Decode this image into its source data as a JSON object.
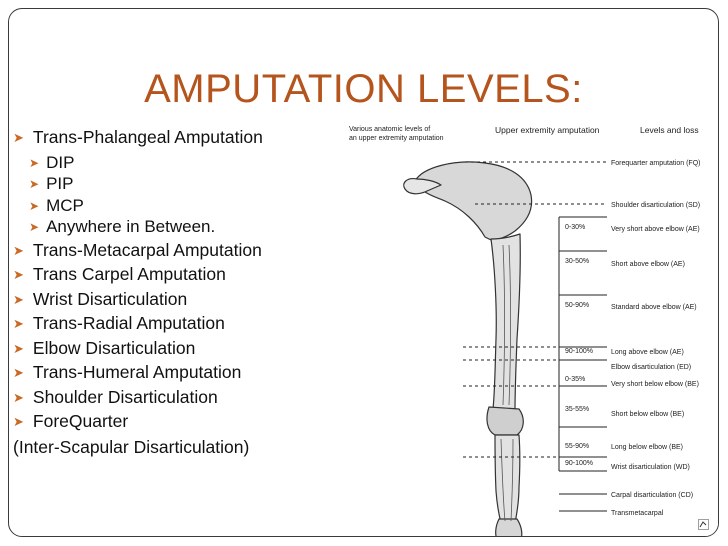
{
  "slide": {
    "title": "AMPUTATION LEVELS:",
    "bullets": [
      {
        "text": "Trans-Phalangeal Amputation",
        "level": 0
      },
      {
        "text": "DIP",
        "level": 1
      },
      {
        "text": "PIP",
        "level": 1
      },
      {
        "text": "MCP",
        "level": 1
      },
      {
        "text": "Anywhere in Between.",
        "level": 1
      },
      {
        "text": "Trans-Metacarpal Amputation",
        "level": 0
      },
      {
        "text": "Trans Carpel Amputation",
        "level": 0
      },
      {
        "text": "Wrist Disarticulation",
        "level": 0
      },
      {
        "text": "Trans-Radial Amputation",
        "level": 0
      },
      {
        "text": "Elbow Disarticulation",
        "level": 0
      },
      {
        "text": "Trans-Humeral Amputation",
        "level": 0
      },
      {
        "text": "Shoulder Disarticulation",
        "level": 0
      },
      {
        "text": "ForeQuarter",
        "level": 0
      }
    ],
    "continuation": "(Inter-Scapular Disarticulation)",
    "bullet_color": "#c86a25",
    "title_color": "#b5541c"
  },
  "figure": {
    "caption": [
      "Various anatomic levels of",
      "an upper extremity amputation"
    ],
    "header_center": "Upper extremity amputation",
    "header_right": "Levels and loss",
    "levels": [
      {
        "label": "Forequarter amputation (FQ)",
        "percent": ""
      },
      {
        "label": "Shoulder disarticulation (SD)",
        "percent": ""
      },
      {
        "label": "Very short above elbow (AE)",
        "percent": "0-30%"
      },
      {
        "label": "Short above elbow (AE)",
        "percent": "30-50%"
      },
      {
        "label": "Standard above elbow (AE)",
        "percent": "50-90%"
      },
      {
        "label": "Long above elbow (AE)",
        "percent": "90-100%"
      },
      {
        "label": "Elbow disarticulation (ED)",
        "percent": ""
      },
      {
        "label": "Very short below elbow (BE)",
        "percent": "0-35%"
      },
      {
        "label": "Short below elbow (BE)",
        "percent": "35-55%"
      },
      {
        "label": "Long below elbow (BE)",
        "percent": "55-90%"
      },
      {
        "label": "Wrist disarticulation (WD)",
        "percent": "90-100%"
      },
      {
        "label": "Carpal disarticulation (CD)",
        "percent": ""
      },
      {
        "label": "Transmetacarpal",
        "percent": ""
      }
    ]
  }
}
